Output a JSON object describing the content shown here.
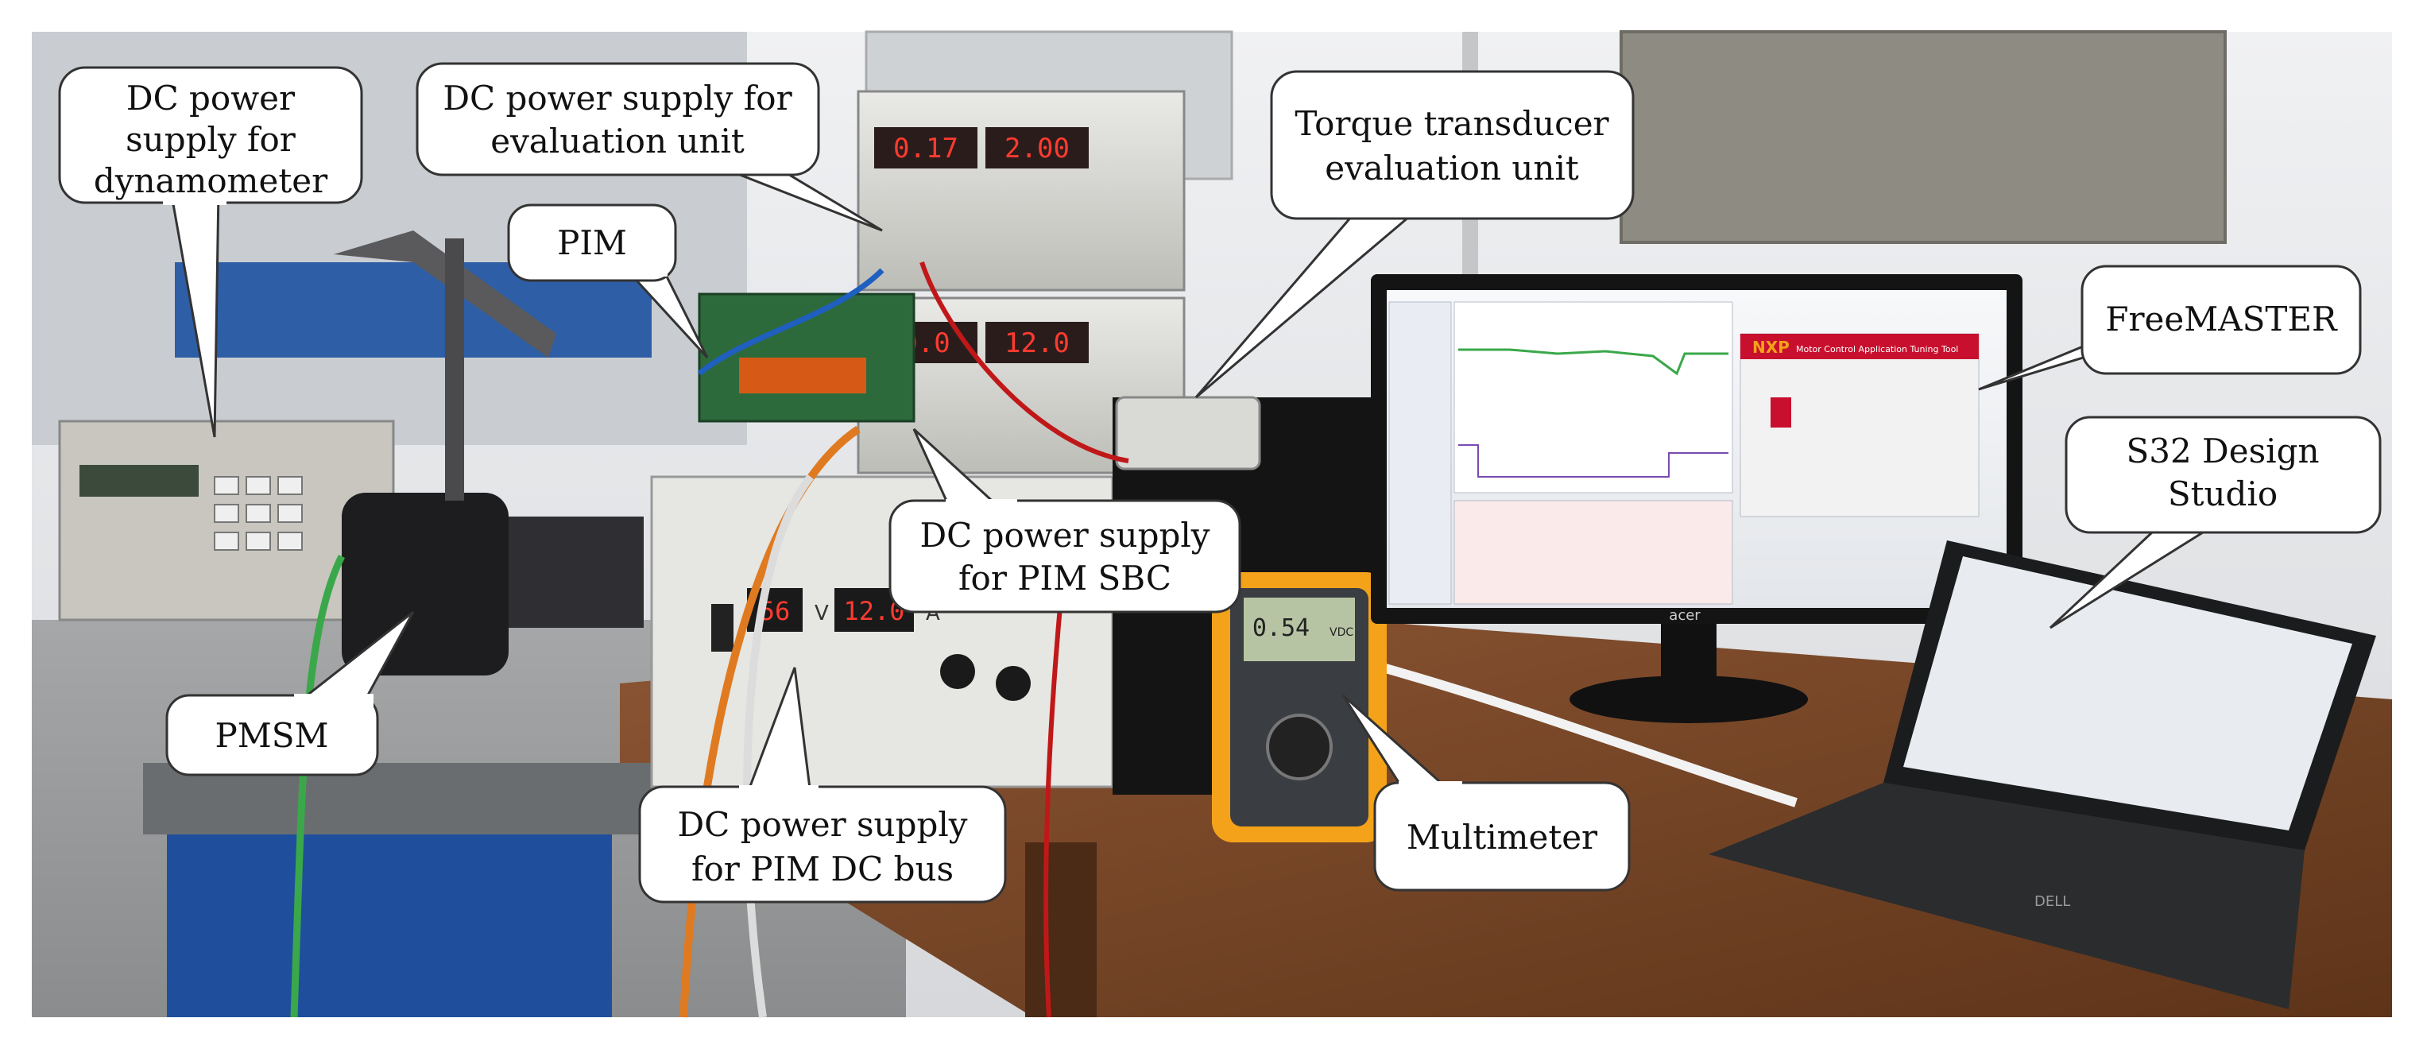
{
  "labels": {
    "dc_dyn": [
      "DC power",
      "supply for",
      "dynamometer"
    ],
    "dc_eval": [
      "DC power supply for",
      "evaluation unit"
    ],
    "pim": "PIM",
    "torque": [
      "Torque transducer",
      "evaluation unit"
    ],
    "freemaster": "FreeMASTER",
    "s32": [
      "S32 Design",
      "Studio"
    ],
    "dc_sbc": [
      "DC power supply",
      "for PIM SBC"
    ],
    "pmsm": "PMSM",
    "dc_bus": [
      "DC power supply",
      "for PIM DC bus"
    ],
    "multimeter": "Multimeter"
  },
  "displays": {
    "psu_top_left": "0.17",
    "psu_top_right": "2.00",
    "psu_mid_left": "0.0",
    "psu_mid_right": "12.0",
    "dc_bus_volts": "56",
    "dc_bus_amps": "12.0",
    "dc_bus_unit_v": "V",
    "dc_bus_unit_a": "A",
    "multimeter_reading": "0.54",
    "multimeter_unit": "VDC"
  },
  "brands": {
    "freemaster_app": "Motor Control Application Tuning Tool",
    "nxp": "NXP",
    "monitor": "acer",
    "laptop": "DELL"
  },
  "colors": {
    "wall": "#e6e7e9",
    "desk": "#7a4a2c",
    "frame_blue": "#1f4f9c",
    "multimeter_yellow": "#f4a21a",
    "freemaster_red": "#c8102e",
    "wire_red": "#c01818",
    "wire_orange": "#e07a20"
  }
}
